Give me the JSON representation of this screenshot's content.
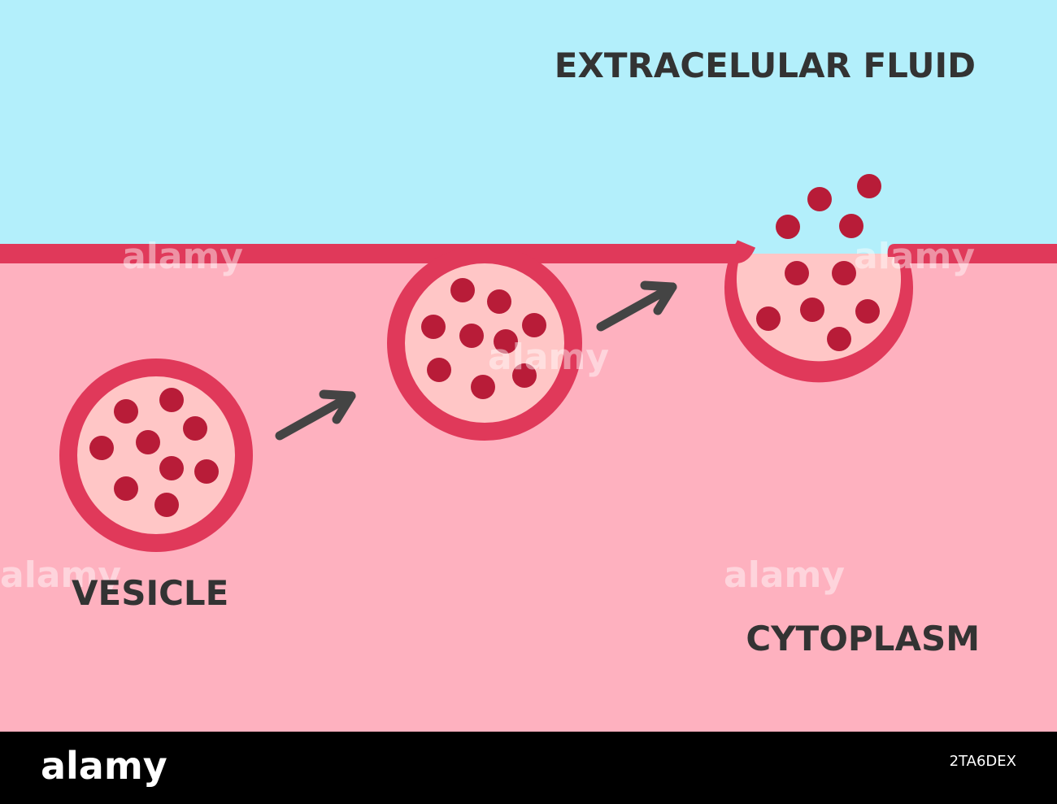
{
  "labels": {
    "extracellular": "EXTRACELULAR FLUID",
    "vesicle": "VESICLE",
    "cytoplasm": "CYTOPLASM"
  },
  "watermark": {
    "brand": "alamy",
    "footer_brand": "alamy",
    "image_id": "2TA6DEX"
  },
  "colors": {
    "extracellular": "#b3effb",
    "cytoplasm": "#feb1bf",
    "membrane": "#e0395a",
    "vesicle_fill": "#ffc6c6",
    "molecule": "#b81c38",
    "arrow": "#444444",
    "text": "#333333",
    "footer": "#000000"
  },
  "icons": {
    "arrow": "arrow-icon",
    "molecule": "molecule-dot"
  }
}
